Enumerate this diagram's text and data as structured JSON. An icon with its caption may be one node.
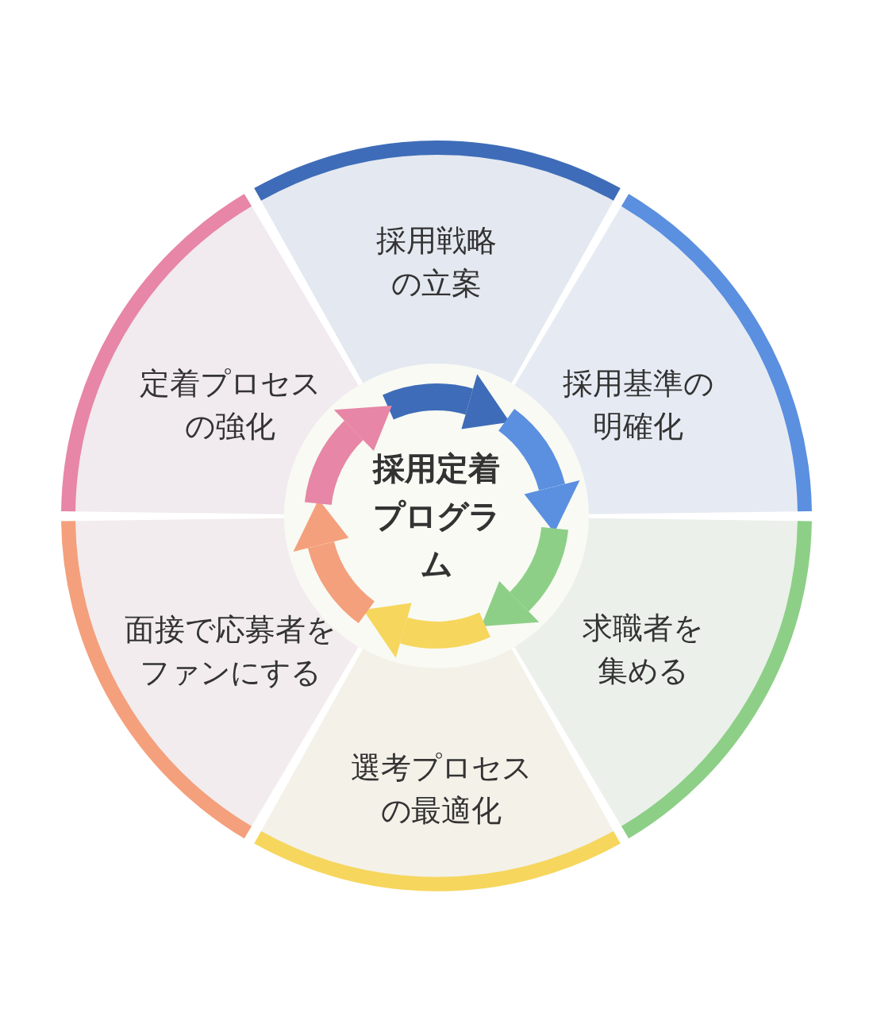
{
  "diagram": {
    "nodes": [
      {
        "text": [
          "採用定着プログラム"
        ]
      },
      {
        "text": [
          "採用戦略の立案"
        ]
      },
      {
        "text": [
          "採用基準の明確化"
        ]
      },
      {
        "text": [
          "求職者を集める"
        ]
      },
      {
        "text": [
          "選考プロセスの最適化"
        ]
      },
      {
        "text": [
          "面接で応募者をファンにする"
        ]
      },
      {
        "text": [
          "定着プロセスの強化"
        ]
      }
    ]
  }
}
